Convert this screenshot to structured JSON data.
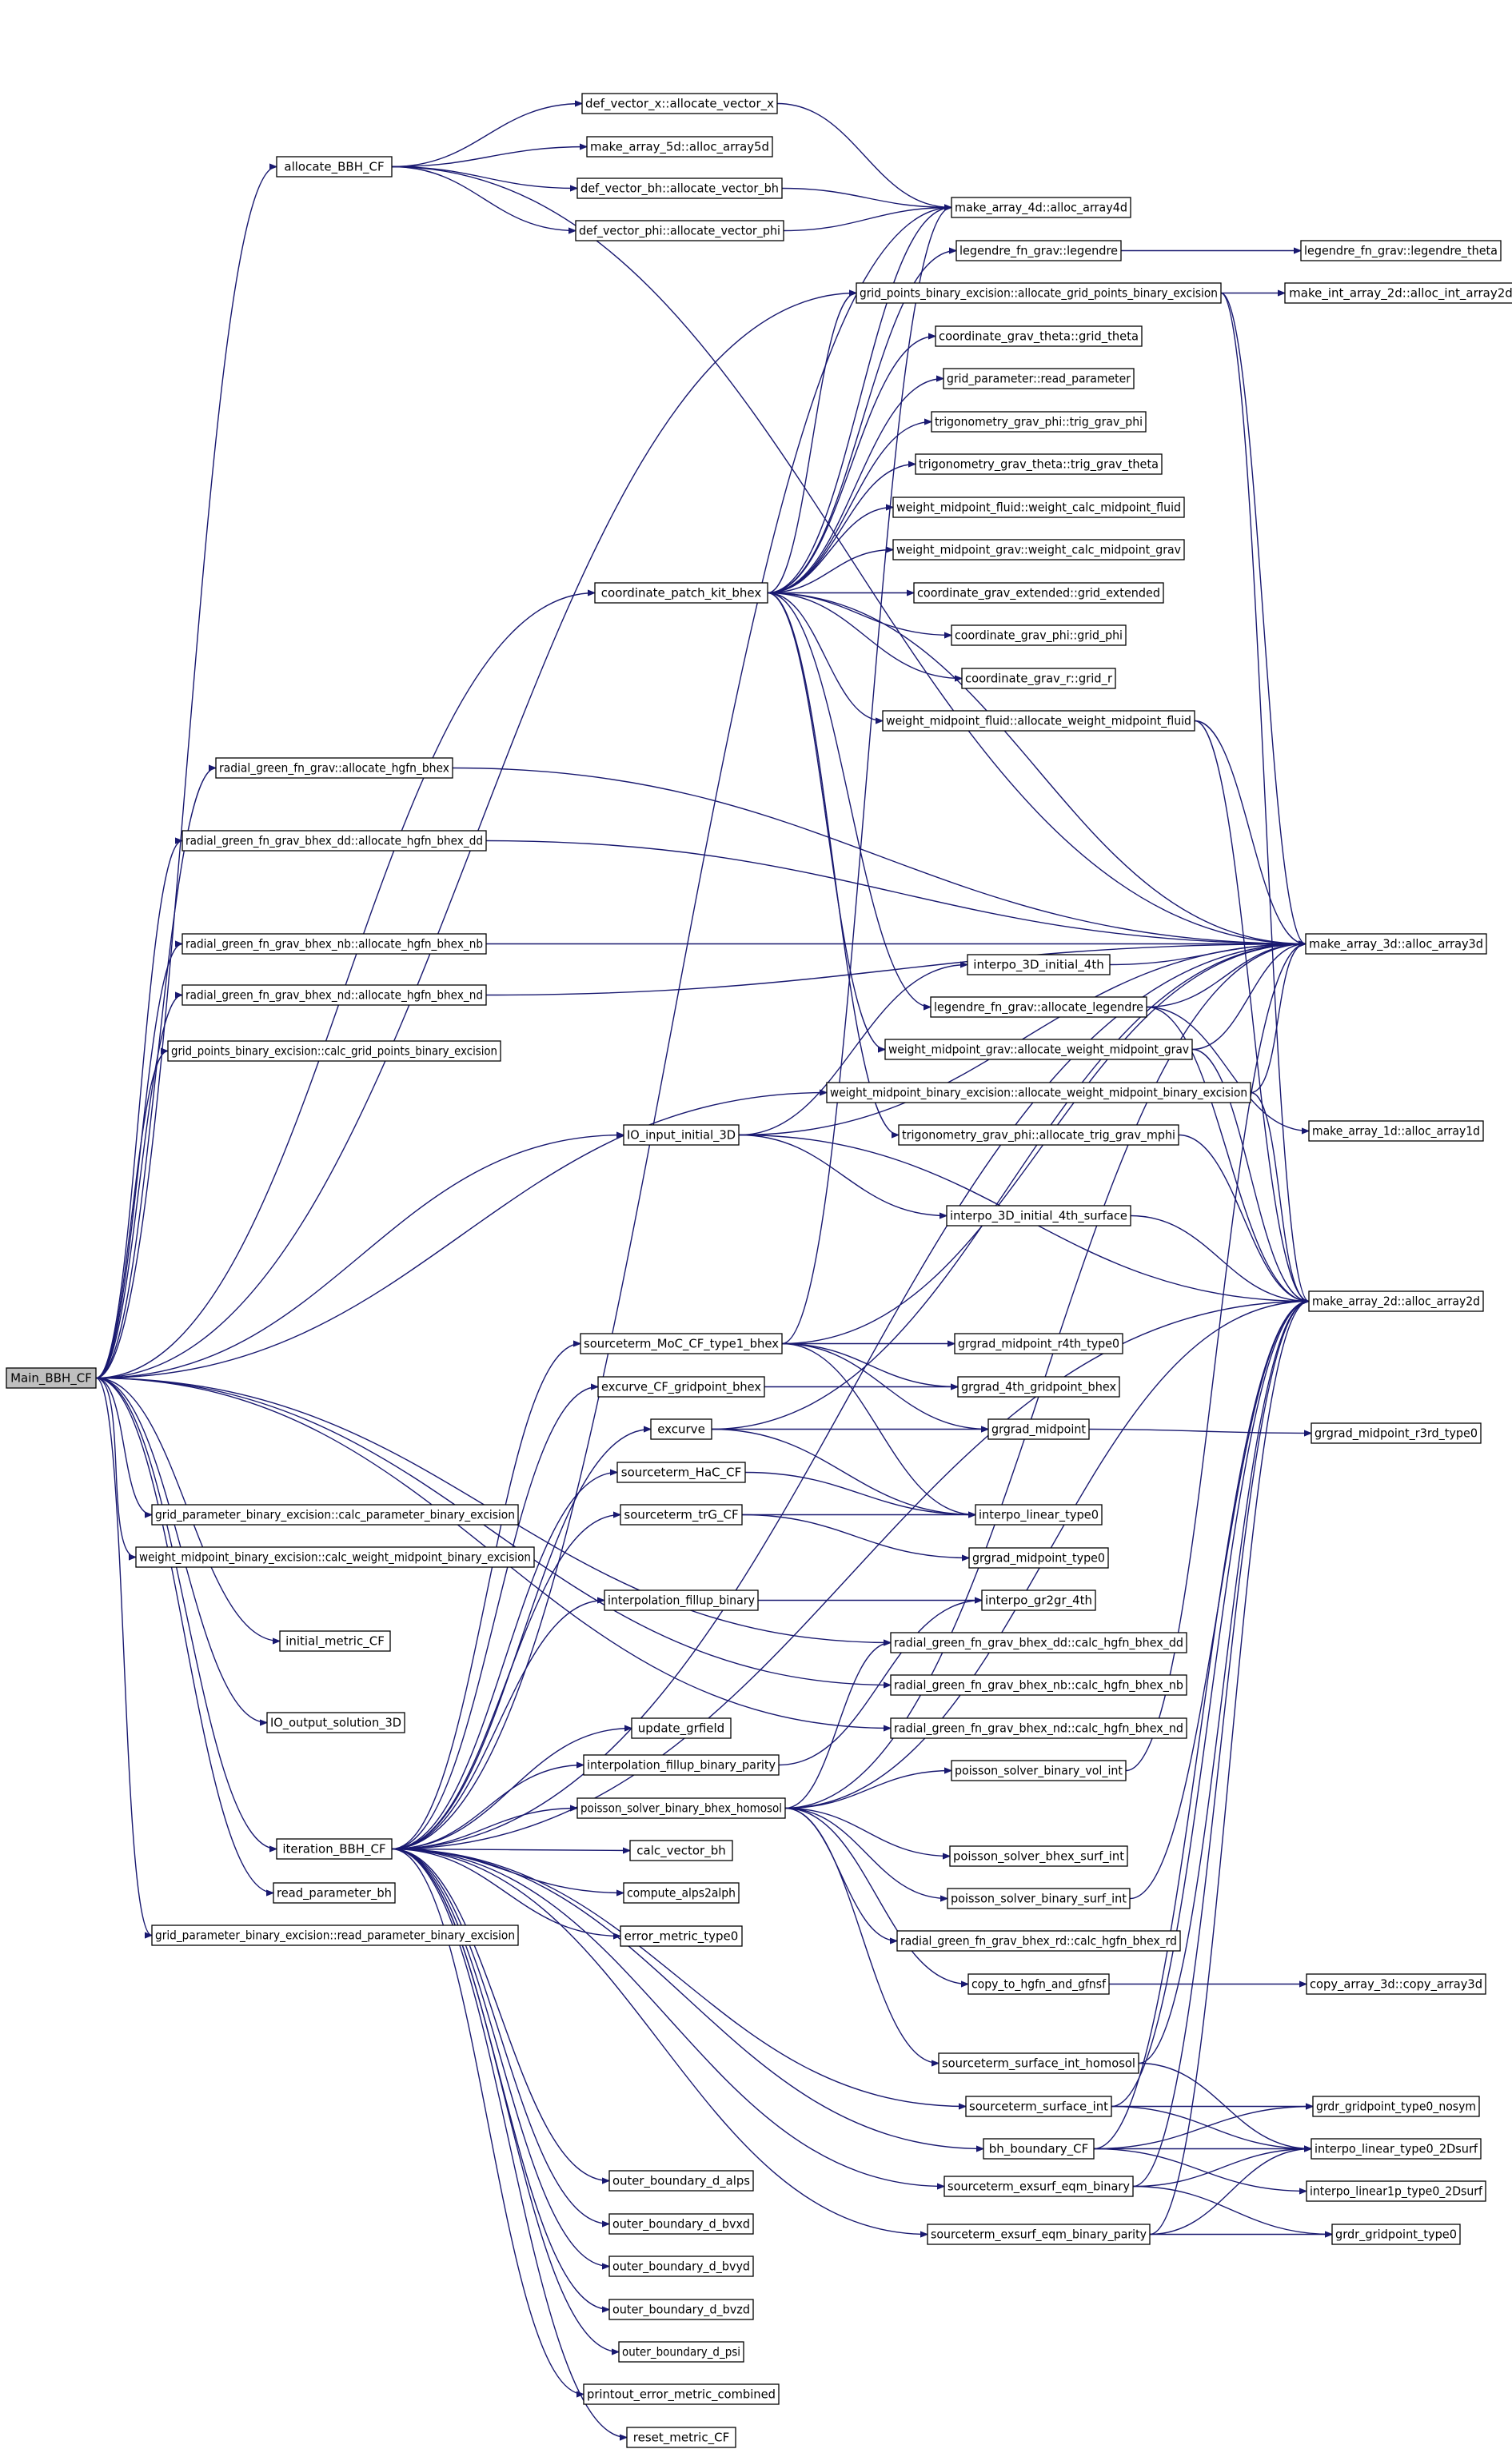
{
  "diagram": {
    "root": "Main_BBH_CF",
    "nodes": [
      {
        "id": "Main_BBH_CF",
        "label": "Main_BBH_CF"
      },
      {
        "id": "allocate_BBH_CF",
        "label": "allocate_BBH_CF"
      },
      {
        "id": "def_vector_x",
        "label": "def_vector_x::allocate_vector_x"
      },
      {
        "id": "make_array_5d",
        "label": "make_array_5d::alloc_array5d"
      },
      {
        "id": "def_vector_bh",
        "label": "def_vector_bh::allocate_vector_bh"
      },
      {
        "id": "def_vector_phi",
        "label": "def_vector_phi::allocate_vector_phi"
      },
      {
        "id": "make_array_4d",
        "label": "make_array_4d::alloc_array4d"
      },
      {
        "id": "legendre_fn_grav_legendre",
        "label": "legendre_fn_grav::legendre"
      },
      {
        "id": "legendre_theta",
        "label": "legendre_fn_grav::legendre_theta"
      },
      {
        "id": "gp_alloc",
        "label": "grid_points_binary_excision::allocate_grid_points_binary_excision"
      },
      {
        "id": "make_int_array_2d",
        "label": "make_int_array_2d::alloc_int_array2d"
      },
      {
        "id": "grid_theta",
        "label": "coordinate_grav_theta::grid_theta"
      },
      {
        "id": "read_parameter",
        "label": "grid_parameter::read_parameter"
      },
      {
        "id": "trig_grav_phi",
        "label": "trigonometry_grav_phi::trig_grav_phi"
      },
      {
        "id": "trig_grav_theta",
        "label": "trigonometry_grav_theta::trig_grav_theta"
      },
      {
        "id": "wcm_fluid",
        "label": "weight_midpoint_fluid::weight_calc_midpoint_fluid"
      },
      {
        "id": "wcm_grav",
        "label": "weight_midpoint_grav::weight_calc_midpoint_grav"
      },
      {
        "id": "coordinate_patch_kit_bhex",
        "label": "coordinate_patch_kit_bhex"
      },
      {
        "id": "grid_extended",
        "label": "coordinate_grav_extended::grid_extended"
      },
      {
        "id": "grid_phi",
        "label": "coordinate_grav_phi::grid_phi"
      },
      {
        "id": "grid_r",
        "label": "coordinate_grav_r::grid_r"
      },
      {
        "id": "awm_fluid",
        "label": "weight_midpoint_fluid::allocate_weight_midpoint_fluid"
      },
      {
        "id": "hgfn_bhex",
        "label": "radial_green_fn_grav::allocate_hgfn_bhex"
      },
      {
        "id": "hgfn_bhex_dd",
        "label": "radial_green_fn_grav_bhex_dd::allocate_hgfn_bhex_dd"
      },
      {
        "id": "hgfn_bhex_nb",
        "label": "radial_green_fn_grav_bhex_nb::allocate_hgfn_bhex_nb"
      },
      {
        "id": "hgfn_bhex_nd",
        "label": "radial_green_fn_grav_bhex_nd::allocate_hgfn_bhex_nd"
      },
      {
        "id": "calc_gp",
        "label": "grid_points_binary_excision::calc_grid_points_binary_excision"
      },
      {
        "id": "make_array_3d",
        "label": "make_array_3d::alloc_array3d"
      },
      {
        "id": "interpo_3D_initial_4th",
        "label": "interpo_3D_initial_4th"
      },
      {
        "id": "allocate_legendre",
        "label": "legendre_fn_grav::allocate_legendre"
      },
      {
        "id": "awm_grav",
        "label": "weight_midpoint_grav::allocate_weight_midpoint_grav"
      },
      {
        "id": "awm_binary",
        "label": "weight_midpoint_binary_excision::allocate_weight_midpoint_binary_excision"
      },
      {
        "id": "IO_input_initial_3D",
        "label": "IO_input_initial_3D"
      },
      {
        "id": "allocate_trig_grav_mphi",
        "label": "trigonometry_grav_phi::allocate_trig_grav_mphi"
      },
      {
        "id": "make_array_1d",
        "label": "make_array_1d::alloc_array1d"
      },
      {
        "id": "interpo_3D_initial_4th_surface",
        "label": "interpo_3D_initial_4th_surface"
      },
      {
        "id": "make_array_2d",
        "label": "make_array_2d::alloc_array2d"
      },
      {
        "id": "sourceterm_MoC",
        "label": "sourceterm_MoC_CF_type1_bhex"
      },
      {
        "id": "grgrad_midpoint_r4th",
        "label": "grgrad_midpoint_r4th_type0"
      },
      {
        "id": "excurve_CF_gp",
        "label": "excurve_CF_gridpoint_bhex"
      },
      {
        "id": "grgrad_4th_gp",
        "label": "grgrad_4th_gridpoint_bhex"
      },
      {
        "id": "excurve",
        "label": "excurve"
      },
      {
        "id": "grgrad_midpoint",
        "label": "grgrad_midpoint"
      },
      {
        "id": "grgrad_midpoint_r3rd",
        "label": "grgrad_midpoint_r3rd_type0"
      },
      {
        "id": "sourceterm_HaC",
        "label": "sourceterm_HaC_CF"
      },
      {
        "id": "interpo_linear_type0",
        "label": "interpo_linear_type0"
      },
      {
        "id": "sourceterm_trG",
        "label": "sourceterm_trG_CF"
      },
      {
        "id": "grgrad_midpoint_type0",
        "label": "grgrad_midpoint_type0"
      },
      {
        "id": "calc_param",
        "label": "grid_parameter_binary_excision::calc_parameter_binary_excision"
      },
      {
        "id": "calc_wm_binary",
        "label": "weight_midpoint_binary_excision::calc_weight_midpoint_binary_excision"
      },
      {
        "id": "interpolation_fillup_binary",
        "label": "interpolation_fillup_binary"
      },
      {
        "id": "interpo_gr2gr_4th",
        "label": "interpo_gr2gr_4th"
      },
      {
        "id": "initial_metric_CF",
        "label": "initial_metric_CF"
      },
      {
        "id": "calc_hgfn_dd",
        "label": "radial_green_fn_grav_bhex_dd::calc_hgfn_bhex_dd"
      },
      {
        "id": "calc_hgfn_nb",
        "label": "radial_green_fn_grav_bhex_nb::calc_hgfn_bhex_nb"
      },
      {
        "id": "IO_output_solution_3D",
        "label": "IO_output_solution_3D"
      },
      {
        "id": "update_grfield",
        "label": "update_grfield"
      },
      {
        "id": "calc_hgfn_nd",
        "label": "radial_green_fn_grav_bhex_nd::calc_hgfn_bhex_nd"
      },
      {
        "id": "fillup_parity",
        "label": "interpolation_fillup_binary_parity"
      },
      {
        "id": "poisson_vol_int",
        "label": "poisson_solver_binary_vol_int"
      },
      {
        "id": "poisson_homosol",
        "label": "poisson_solver_binary_bhex_homosol"
      },
      {
        "id": "iteration_BBH_CF",
        "label": "iteration_BBH_CF"
      },
      {
        "id": "calc_vector_bh",
        "label": "calc_vector_bh"
      },
      {
        "id": "poisson_bhex_surf_int",
        "label": "poisson_solver_bhex_surf_int"
      },
      {
        "id": "read_parameter_bh",
        "label": "read_parameter_bh"
      },
      {
        "id": "compute_alps2alph",
        "label": "compute_alps2alph"
      },
      {
        "id": "poisson_binary_surf_int",
        "label": "poisson_solver_binary_surf_int"
      },
      {
        "id": "read_param_binary",
        "label": "grid_parameter_binary_excision::read_parameter_binary_excision"
      },
      {
        "id": "error_metric_type0",
        "label": "error_metric_type0"
      },
      {
        "id": "calc_hgfn_rd",
        "label": "radial_green_fn_grav_bhex_rd::calc_hgfn_bhex_rd"
      },
      {
        "id": "copy_to_hgfn",
        "label": "copy_to_hgfn_and_gfnsf"
      },
      {
        "id": "copy_array_3d",
        "label": "copy_array_3d::copy_array3d"
      },
      {
        "id": "st_surface_int_homosol",
        "label": "sourceterm_surface_int_homosol"
      },
      {
        "id": "st_surface_int",
        "label": "sourceterm_surface_int"
      },
      {
        "id": "grdr_type0_nosym",
        "label": "grdr_gridpoint_type0_nosym"
      },
      {
        "id": "bh_boundary_CF",
        "label": "bh_boundary_CF"
      },
      {
        "id": "interpo_linear_2Dsurf",
        "label": "interpo_linear_type0_2Dsurf"
      },
      {
        "id": "st_exsurf_binary",
        "label": "sourceterm_exsurf_eqm_binary"
      },
      {
        "id": "interpo_linear1p_2Dsurf",
        "label": "interpo_linear1p_type0_2Dsurf"
      },
      {
        "id": "outer_alps",
        "label": "outer_boundary_d_alps"
      },
      {
        "id": "st_exsurf_parity",
        "label": "sourceterm_exsurf_eqm_binary_parity"
      },
      {
        "id": "grdr_type0",
        "label": "grdr_gridpoint_type0"
      },
      {
        "id": "outer_bvxd",
        "label": "outer_boundary_d_bvxd"
      },
      {
        "id": "outer_bvyd",
        "label": "outer_boundary_d_bvyd"
      },
      {
        "id": "outer_bvzd",
        "label": "outer_boundary_d_bvzd"
      },
      {
        "id": "outer_psi",
        "label": "outer_boundary_d_psi"
      },
      {
        "id": "printout_error",
        "label": "printout_error_metric_combined"
      },
      {
        "id": "reset_metric_CF",
        "label": "reset_metric_CF"
      }
    ],
    "edges": [
      [
        "Main_BBH_CF",
        "allocate_BBH_CF"
      ],
      [
        "Main_BBH_CF",
        "gp_alloc"
      ],
      [
        "Main_BBH_CF",
        "coordinate_patch_kit_bhex"
      ],
      [
        "Main_BBH_CF",
        "hgfn_bhex"
      ],
      [
        "Main_BBH_CF",
        "hgfn_bhex_dd"
      ],
      [
        "Main_BBH_CF",
        "hgfn_bhex_nb"
      ],
      [
        "Main_BBH_CF",
        "hgfn_bhex_nd"
      ],
      [
        "Main_BBH_CF",
        "calc_gp"
      ],
      [
        "Main_BBH_CF",
        "awm_binary"
      ],
      [
        "Main_BBH_CF",
        "IO_input_initial_3D"
      ],
      [
        "Main_BBH_CF",
        "calc_param"
      ],
      [
        "Main_BBH_CF",
        "calc_wm_binary"
      ],
      [
        "Main_BBH_CF",
        "initial_metric_CF"
      ],
      [
        "Main_BBH_CF",
        "calc_hgfn_dd"
      ],
      [
        "Main_BBH_CF",
        "calc_hgfn_nb"
      ],
      [
        "Main_BBH_CF",
        "calc_hgfn_nd"
      ],
      [
        "Main_BBH_CF",
        "IO_output_solution_3D"
      ],
      [
        "Main_BBH_CF",
        "iteration_BBH_CF"
      ],
      [
        "Main_BBH_CF",
        "read_parameter_bh"
      ],
      [
        "Main_BBH_CF",
        "read_param_binary"
      ],
      [
        "allocate_BBH_CF",
        "def_vector_x"
      ],
      [
        "allocate_BBH_CF",
        "make_array_5d"
      ],
      [
        "allocate_BBH_CF",
        "def_vector_bh"
      ],
      [
        "allocate_BBH_CF",
        "def_vector_phi"
      ],
      [
        "allocate_BBH_CF",
        "make_array_3d"
      ],
      [
        "def_vector_x",
        "make_array_4d"
      ],
      [
        "def_vector_bh",
        "make_array_4d"
      ],
      [
        "def_vector_phi",
        "make_array_4d"
      ],
      [
        "legendre_fn_grav_legendre",
        "legendre_theta"
      ],
      [
        "gp_alloc",
        "make_int_array_2d"
      ],
      [
        "gp_alloc",
        "make_array_3d"
      ],
      [
        "gp_alloc",
        "make_array_2d"
      ],
      [
        "coordinate_patch_kit_bhex",
        "make_array_4d"
      ],
      [
        "coordinate_patch_kit_bhex",
        "legendre_fn_grav_legendre"
      ],
      [
        "coordinate_patch_kit_bhex",
        "gp_alloc"
      ],
      [
        "coordinate_patch_kit_bhex",
        "grid_theta"
      ],
      [
        "coordinate_patch_kit_bhex",
        "read_parameter"
      ],
      [
        "coordinate_patch_kit_bhex",
        "trig_grav_phi"
      ],
      [
        "coordinate_patch_kit_bhex",
        "trig_grav_theta"
      ],
      [
        "coordinate_patch_kit_bhex",
        "wcm_fluid"
      ],
      [
        "coordinate_patch_kit_bhex",
        "wcm_grav"
      ],
      [
        "coordinate_patch_kit_bhex",
        "grid_extended"
      ],
      [
        "coordinate_patch_kit_bhex",
        "grid_phi"
      ],
      [
        "coordinate_patch_kit_bhex",
        "grid_r"
      ],
      [
        "coordinate_patch_kit_bhex",
        "awm_fluid"
      ],
      [
        "coordinate_patch_kit_bhex",
        "allocate_legendre"
      ],
      [
        "coordinate_patch_kit_bhex",
        "awm_grav"
      ],
      [
        "coordinate_patch_kit_bhex",
        "allocate_trig_grav_mphi"
      ],
      [
        "coordinate_patch_kit_bhex",
        "make_array_3d"
      ],
      [
        "awm_fluid",
        "make_array_3d"
      ],
      [
        "awm_fluid",
        "make_array_2d"
      ],
      [
        "hgfn_bhex",
        "make_array_3d"
      ],
      [
        "hgfn_bhex_dd",
        "make_array_3d"
      ],
      [
        "hgfn_bhex_nb",
        "make_array_3d"
      ],
      [
        "hgfn_bhex_nd",
        "make_array_3d"
      ],
      [
        "interpo_3D_initial_4th",
        "make_array_3d"
      ],
      [
        "allocate_legendre",
        "make_array_3d"
      ],
      [
        "allocate_legendre",
        "make_array_1d"
      ],
      [
        "allocate_legendre",
        "make_array_2d"
      ],
      [
        "awm_grav",
        "make_array_3d"
      ],
      [
        "awm_grav",
        "make_array_2d"
      ],
      [
        "awm_binary",
        "make_array_3d"
      ],
      [
        "awm_binary",
        "make_array_2d"
      ],
      [
        "allocate_trig_grav_mphi",
        "make_array_2d"
      ],
      [
        "IO_input_initial_3D",
        "interpo_3D_initial_4th"
      ],
      [
        "IO_input_initial_3D",
        "interpo_3D_initial_4th_surface"
      ],
      [
        "IO_input_initial_3D",
        "make_array_3d"
      ],
      [
        "IO_input_initial_3D",
        "make_array_2d"
      ],
      [
        "interpo_3D_initial_4th_surface",
        "make_array_2d"
      ],
      [
        "sourceterm_MoC",
        "grgrad_midpoint_r4th"
      ],
      [
        "sourceterm_MoC",
        "grgrad_4th_gp"
      ],
      [
        "sourceterm_MoC",
        "grgrad_midpoint"
      ],
      [
        "sourceterm_MoC",
        "interpo_linear_type0"
      ],
      [
        "sourceterm_MoC",
        "make_array_3d"
      ],
      [
        "sourceterm_MoC",
        "make_array_4d"
      ],
      [
        "excurve_CF_gp",
        "grgrad_4th_gp"
      ],
      [
        "excurve",
        "grgrad_midpoint"
      ],
      [
        "excurve",
        "interpo_linear_type0"
      ],
      [
        "excurve",
        "make_array_3d"
      ],
      [
        "grgrad_midpoint",
        "grgrad_midpoint_r3rd"
      ],
      [
        "sourceterm_HaC",
        "interpo_linear_type0"
      ],
      [
        "sourceterm_trG",
        "interpo_linear_type0"
      ],
      [
        "sourceterm_trG",
        "grgrad_midpoint_type0"
      ],
      [
        "interpolation_fillup_binary",
        "interpo_gr2gr_4th"
      ],
      [
        "fillup_parity",
        "interpo_gr2gr_4th"
      ],
      [
        "poisson_homosol",
        "poisson_vol_int"
      ],
      [
        "poisson_homosol",
        "poisson_bhex_surf_int"
      ],
      [
        "poisson_homosol",
        "poisson_binary_surf_int"
      ],
      [
        "poisson_homosol",
        "calc_hgfn_rd"
      ],
      [
        "poisson_homosol",
        "copy_to_hgfn"
      ],
      [
        "poisson_homosol",
        "st_surface_int_homosol"
      ],
      [
        "poisson_homosol",
        "make_array_3d"
      ],
      [
        "poisson_homosol",
        "make_array_2d"
      ],
      [
        "poisson_homosol",
        "calc_hgfn_dd"
      ],
      [
        "poisson_vol_int",
        "make_array_3d"
      ],
      [
        "poisson_binary_surf_int",
        "make_array_2d"
      ],
      [
        "copy_to_hgfn",
        "copy_array_3d"
      ],
      [
        "st_surface_int_homosol",
        "make_array_2d"
      ],
      [
        "st_surface_int_homosol",
        "interpo_linear_2Dsurf"
      ],
      [
        "st_surface_int",
        "grdr_type0_nosym"
      ],
      [
        "st_surface_int",
        "interpo_linear_2Dsurf"
      ],
      [
        "st_surface_int",
        "make_array_2d"
      ],
      [
        "bh_boundary_CF",
        "grdr_type0_nosym"
      ],
      [
        "bh_boundary_CF",
        "interpo_linear_2Dsurf"
      ],
      [
        "bh_boundary_CF",
        "interpo_linear1p_2Dsurf"
      ],
      [
        "bh_boundary_CF",
        "make_array_2d"
      ],
      [
        "st_exsurf_binary",
        "interpo_linear_2Dsurf"
      ],
      [
        "st_exsurf_binary",
        "grdr_type0"
      ],
      [
        "st_exsurf_binary",
        "make_array_2d"
      ],
      [
        "st_exsurf_parity",
        "interpo_linear_2Dsurf"
      ],
      [
        "st_exsurf_parity",
        "grdr_type0"
      ],
      [
        "st_exsurf_parity",
        "make_array_2d"
      ],
      [
        "iteration_BBH_CF",
        "sourceterm_MoC"
      ],
      [
        "iteration_BBH_CF",
        "excurve_CF_gp"
      ],
      [
        "iteration_BBH_CF",
        "excurve"
      ],
      [
        "iteration_BBH_CF",
        "sourceterm_HaC"
      ],
      [
        "iteration_BBH_CF",
        "sourceterm_trG"
      ],
      [
        "iteration_BBH_CF",
        "interpolation_fillup_binary"
      ],
      [
        "iteration_BBH_CF",
        "update_grfield"
      ],
      [
        "iteration_BBH_CF",
        "fillup_parity"
      ],
      [
        "iteration_BBH_CF",
        "poisson_homosol"
      ],
      [
        "iteration_BBH_CF",
        "calc_vector_bh"
      ],
      [
        "iteration_BBH_CF",
        "compute_alps2alph"
      ],
      [
        "iteration_BBH_CF",
        "error_metric_type0"
      ],
      [
        "iteration_BBH_CF",
        "st_surface_int"
      ],
      [
        "iteration_BBH_CF",
        "bh_boundary_CF"
      ],
      [
        "iteration_BBH_CF",
        "st_exsurf_binary"
      ],
      [
        "iteration_BBH_CF",
        "st_exsurf_parity"
      ],
      [
        "iteration_BBH_CF",
        "outer_alps"
      ],
      [
        "iteration_BBH_CF",
        "outer_bvxd"
      ],
      [
        "iteration_BBH_CF",
        "outer_bvyd"
      ],
      [
        "iteration_BBH_CF",
        "outer_bvzd"
      ],
      [
        "iteration_BBH_CF",
        "outer_psi"
      ],
      [
        "iteration_BBH_CF",
        "printout_error"
      ],
      [
        "iteration_BBH_CF",
        "reset_metric_CF"
      ],
      [
        "iteration_BBH_CF",
        "make_array_3d"
      ],
      [
        "iteration_BBH_CF",
        "make_array_2d"
      ],
      [
        "iteration_BBH_CF",
        "make_array_4d"
      ]
    ],
    "colors": {
      "edge": "#191970",
      "node_fill": "#ffffff",
      "root_fill": "#bfbfbf",
      "border": "#000000"
    }
  }
}
